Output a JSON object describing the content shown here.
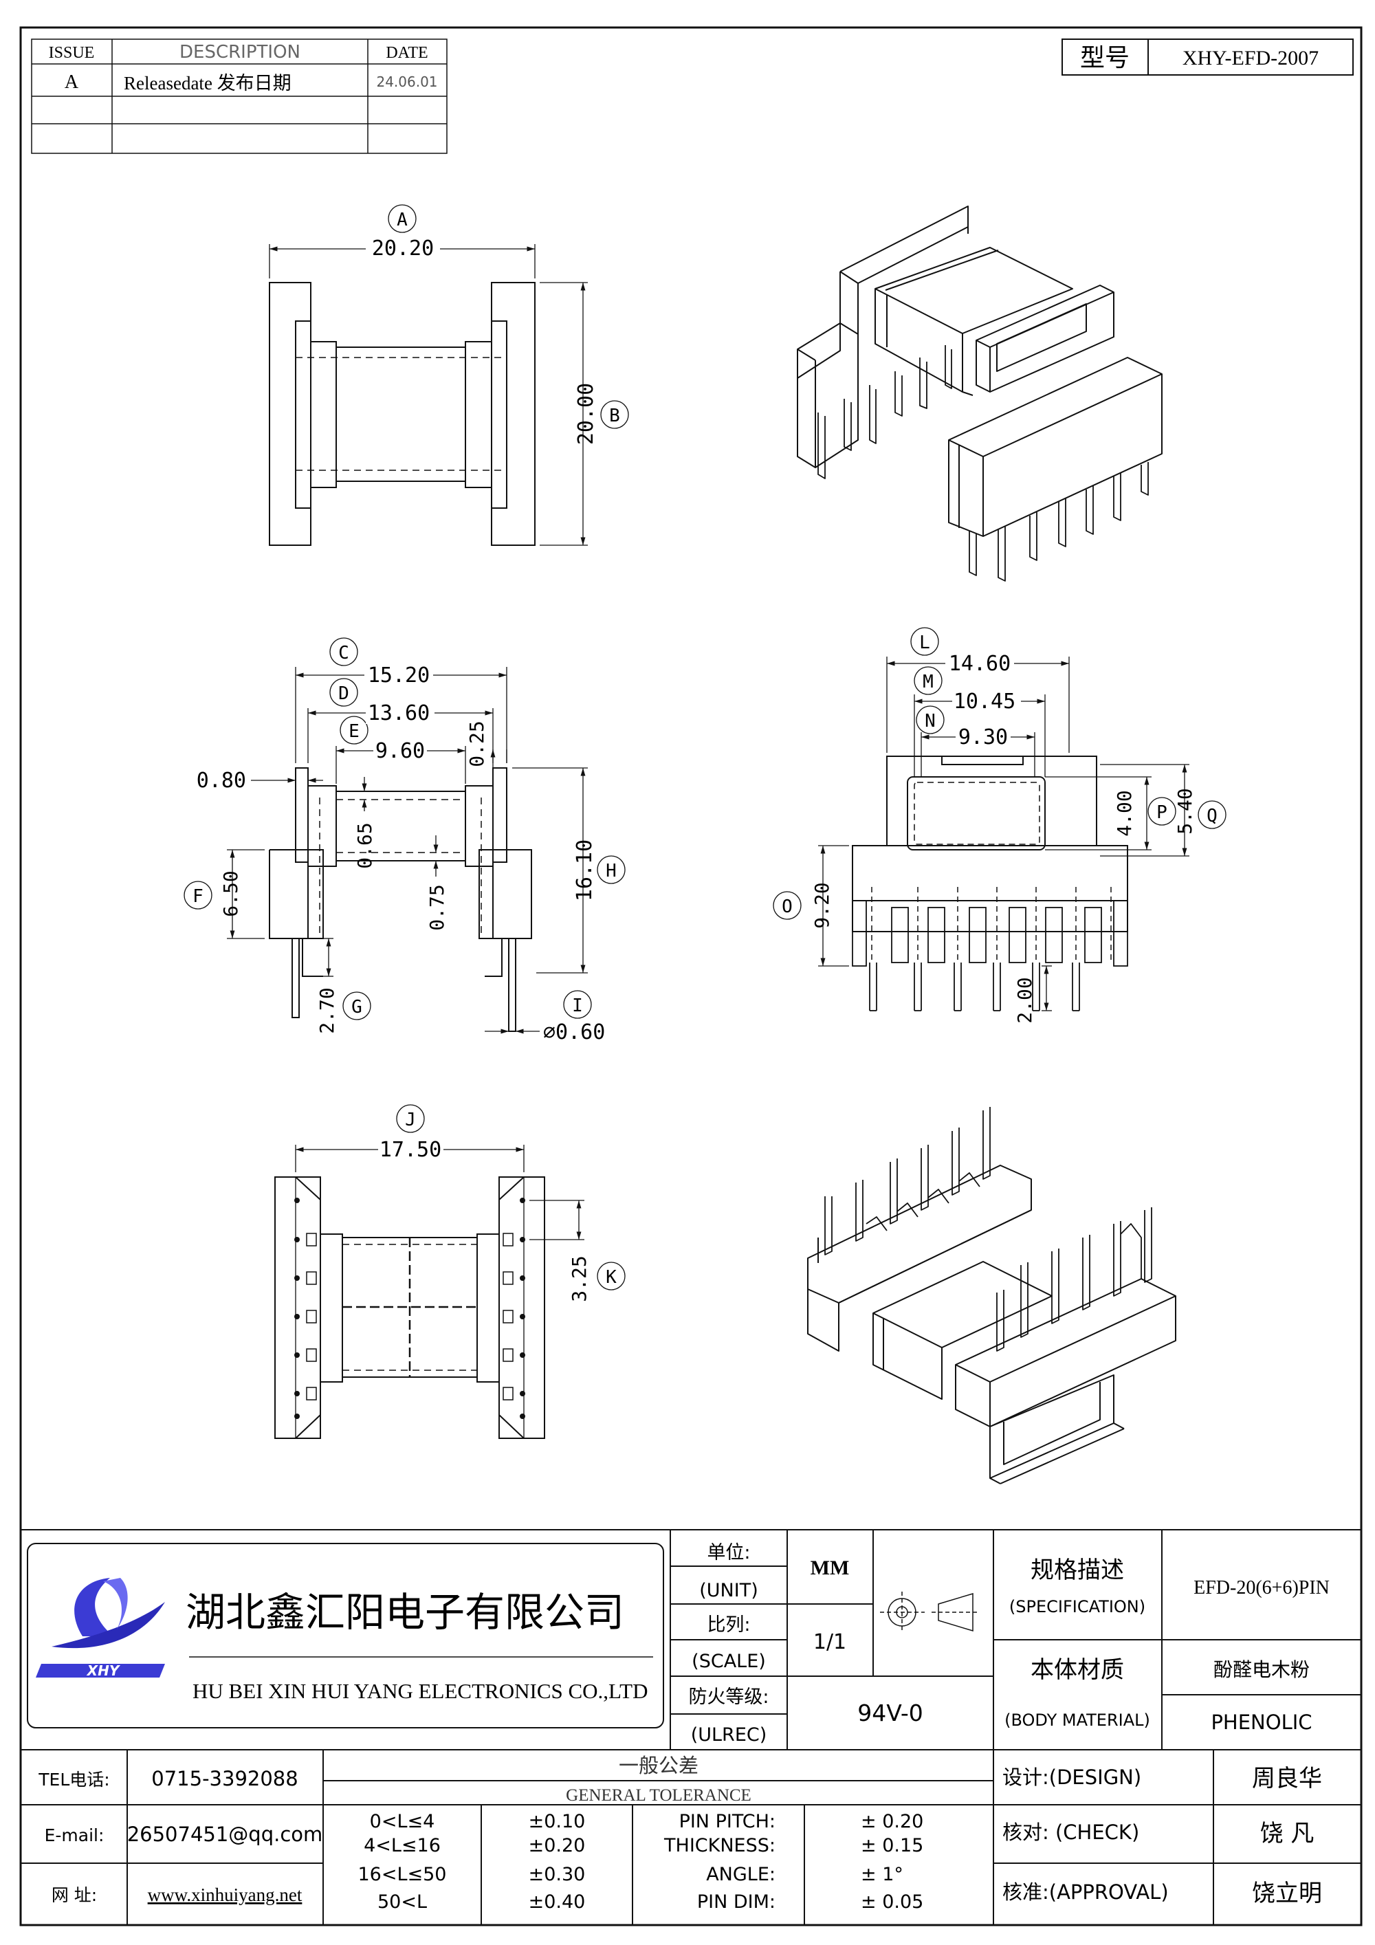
{
  "revision_table": {
    "headers": {
      "issue": "ISSUE",
      "description": "DESCRIPTION",
      "date": "DATE"
    },
    "rows": [
      {
        "issue": "A",
        "description": "Releasedate 发布日期",
        "date": "24.06.01"
      }
    ]
  },
  "model_box": {
    "label": "型号",
    "value": "XHY-EFD-2007"
  },
  "views": {
    "top": {
      "A": {
        "letter": "A",
        "value": "20.20"
      },
      "B": {
        "letter": "B",
        "value": "20.00"
      }
    },
    "side": {
      "C": {
        "letter": "C",
        "value": "15.20"
      },
      "D": {
        "letter": "D",
        "value": "13.60"
      },
      "E": {
        "letter": "E",
        "value": "9.60"
      },
      "flange_thickness": "0.25",
      "flange_width": "0.80",
      "wall_a": "0.65",
      "wall_b": "0.75",
      "F": {
        "letter": "F",
        "value": "6.50"
      },
      "G": {
        "letter": "G",
        "value": "2.70"
      },
      "H": {
        "letter": "H",
        "value": "16.10"
      },
      "I": {
        "letter": "I",
        "value": "⌀0.60"
      }
    },
    "front": {
      "L": {
        "letter": "L",
        "value": "14.60"
      },
      "M": {
        "letter": "M",
        "value": "10.45"
      },
      "N": {
        "letter": "N",
        "value": "9.30"
      },
      "O": {
        "letter": "O",
        "value": "9.20"
      },
      "P": {
        "letter": "P",
        "value": "4.00"
      },
      "Q": {
        "letter": "Q",
        "value": "5.40"
      },
      "pin_len": "2.00"
    },
    "bottom": {
      "J": {
        "letter": "J",
        "value": "17.50"
      },
      "K": {
        "letter": "K",
        "value": "3.25"
      }
    }
  },
  "title_block": {
    "company_cn": "湖北鑫汇阳电子有限公司",
    "company_en": "HU BEI XIN HUI YANG ELECTRONICS CO.,LTD",
    "logo_text": "XHY",
    "unit_label_cn": "单位:",
    "unit_label_en": "(UNIT)",
    "unit_value": "MM",
    "scale_label_cn": "比列:",
    "scale_label_en": "(SCALE)",
    "scale_value": "1/1",
    "fire_label_cn": "防火等级:",
    "fire_label_en": "(ULREC)",
    "fire_value": "94V-0",
    "spec_label_cn": "规格描述",
    "spec_label_en": "(SPECIFICATION)",
    "spec_value": "EFD-20(6+6)PIN",
    "material_label_cn": "本体材质",
    "material_label_en": "(BODY MATERIAL)",
    "material_value_cn": "酚醛电木粉",
    "material_value_en": "PHENOLIC",
    "tel_label": "TEL电话:",
    "tel_value": "0715-3392088",
    "email_label": "E-mail:",
    "email_value": "26507451@qq.com",
    "web_label": "网    址:",
    "web_value": "www.xinhuiyang.net",
    "tolerance_title_cn": "一般公差",
    "tolerance_title_en": "GENERAL TOLERANCE",
    "tolerance_ranges": [
      {
        "range": "0<L≤4",
        "value": "±0.10"
      },
      {
        "range": "4<L≤16",
        "value": "±0.20"
      },
      {
        "range": "16<L≤50",
        "value": "±0.30"
      },
      {
        "range": "50<L",
        "value": "±0.40"
      }
    ],
    "tolerance_specific": [
      {
        "name": "PIN PITCH:",
        "value": "± 0.20"
      },
      {
        "name": "THICKNESS:",
        "value": "± 0.15"
      },
      {
        "name": "ANGLE:",
        "value": "± 1°"
      },
      {
        "name": "PIN DIM:",
        "value": "± 0.05"
      }
    ],
    "design_label": "设计:(DESIGN)",
    "design_value": "周良华",
    "check_label": "核对: (CHECK)",
    "check_value": "饶  凡",
    "approval_label": "核准:(APPROVAL)",
    "approval_value": "饶立明"
  }
}
